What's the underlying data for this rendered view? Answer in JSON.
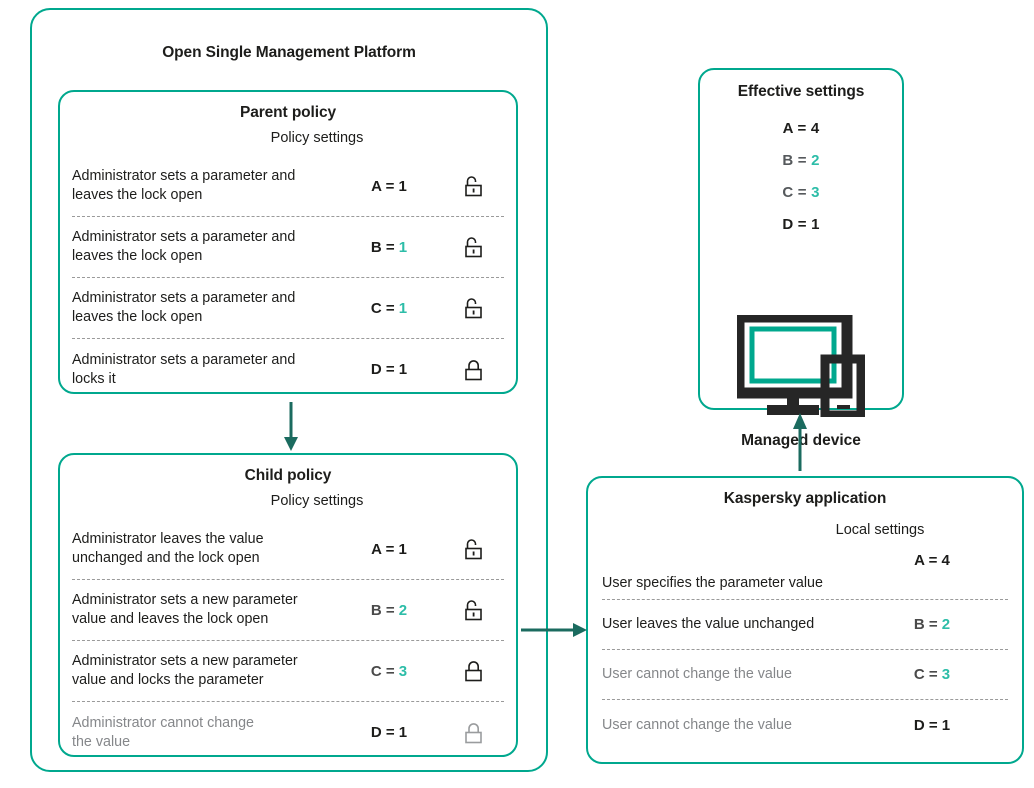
{
  "colors": {
    "accent_border": "#00a88e",
    "accent_value": "#2dbda8",
    "arrow": "#1b6b5f",
    "text": "#1d1d1b",
    "muted_text": "#85878a",
    "device_dark": "#262626"
  },
  "osmp": {
    "title": "Open Single Management Platform"
  },
  "parent_policy": {
    "title": "Parent policy",
    "settings_label": "Policy settings",
    "rows": [
      {
        "desc": "Administrator sets a parameter and\nleaves the lock open",
        "key": "A =",
        "value": "1",
        "value_accent": false,
        "key_dim": false,
        "lock": "lock-open-icon",
        "muted": false
      },
      {
        "desc": "Administrator sets a parameter and\nleaves the lock open",
        "key": "B =",
        "value": "1",
        "value_accent": true,
        "key_dim": false,
        "lock": "lock-open-icon",
        "muted": false
      },
      {
        "desc": "Administrator sets a parameter and\nleaves the lock open",
        "key": "C =",
        "value": "1",
        "value_accent": true,
        "key_dim": false,
        "lock": "lock-open-icon",
        "muted": false
      },
      {
        "desc": "Administrator sets a parameter and\nlocks it",
        "key": "D =",
        "value": "1",
        "value_accent": false,
        "key_dim": false,
        "lock": "lock-closed-icon",
        "muted": false
      }
    ]
  },
  "child_policy": {
    "title": "Child policy",
    "settings_label": "Policy settings",
    "rows": [
      {
        "desc": "Administrator leaves the value\nunchanged  and the lock open",
        "key": "A =",
        "value": "1",
        "value_accent": false,
        "key_dim": false,
        "lock": "lock-open-icon",
        "muted": false
      },
      {
        "desc": "Administrator sets a new parameter\nvalue and leaves the lock open",
        "key": "B =",
        "value": "2",
        "value_accent": true,
        "key_dim": true,
        "lock": "lock-open-icon",
        "muted": false
      },
      {
        "desc": "Administrator sets a new parameter\n value and locks the parameter",
        "key": "C =",
        "value": "3",
        "value_accent": true,
        "key_dim": true,
        "lock": "lock-closed-icon",
        "muted": false
      },
      {
        "desc": "Administrator cannot change\nthe value",
        "key": "D =",
        "value": "1",
        "value_accent": false,
        "key_dim": false,
        "lock": "lock-closed-icon",
        "muted": true
      }
    ]
  },
  "kaspersky": {
    "title": "Kaspersky application",
    "settings_label": "Local settings",
    "rows": [
      {
        "desc": "User specifies the parameter value",
        "key": "A =",
        "value": "4",
        "value_accent": false,
        "key_dim": false,
        "muted": false
      },
      {
        "desc": "User leaves the value unchanged",
        "key": "B =",
        "value": "2",
        "value_accent": true,
        "key_dim": true,
        "muted": false
      },
      {
        "desc": "User cannot change the value",
        "key": "C =",
        "value": "3",
        "value_accent": true,
        "key_dim": true,
        "muted": true
      },
      {
        "desc": "User cannot change the value",
        "key": "D =",
        "value": "1",
        "value_accent": false,
        "key_dim": false,
        "muted": true
      }
    ]
  },
  "effective": {
    "title": "Effective settings",
    "device_label": "Managed device",
    "device_icon": "monitor-and-phone-icon",
    "items": [
      {
        "key": "A =",
        "value": "4",
        "value_accent": false,
        "key_dim": false
      },
      {
        "key": "B =",
        "value": "2",
        "value_accent": true,
        "key_dim": true
      },
      {
        "key": "C =",
        "value": "3",
        "value_accent": true,
        "key_dim": true
      },
      {
        "key": "D =",
        "value": "1",
        "value_accent": false,
        "key_dim": false
      }
    ]
  },
  "arrows": [
    {
      "name": "arrow-parent-to-child",
      "direction": "down"
    },
    {
      "name": "arrow-child-to-kaspersky",
      "direction": "right"
    },
    {
      "name": "arrow-kaspersky-to-effective",
      "direction": "up"
    }
  ]
}
